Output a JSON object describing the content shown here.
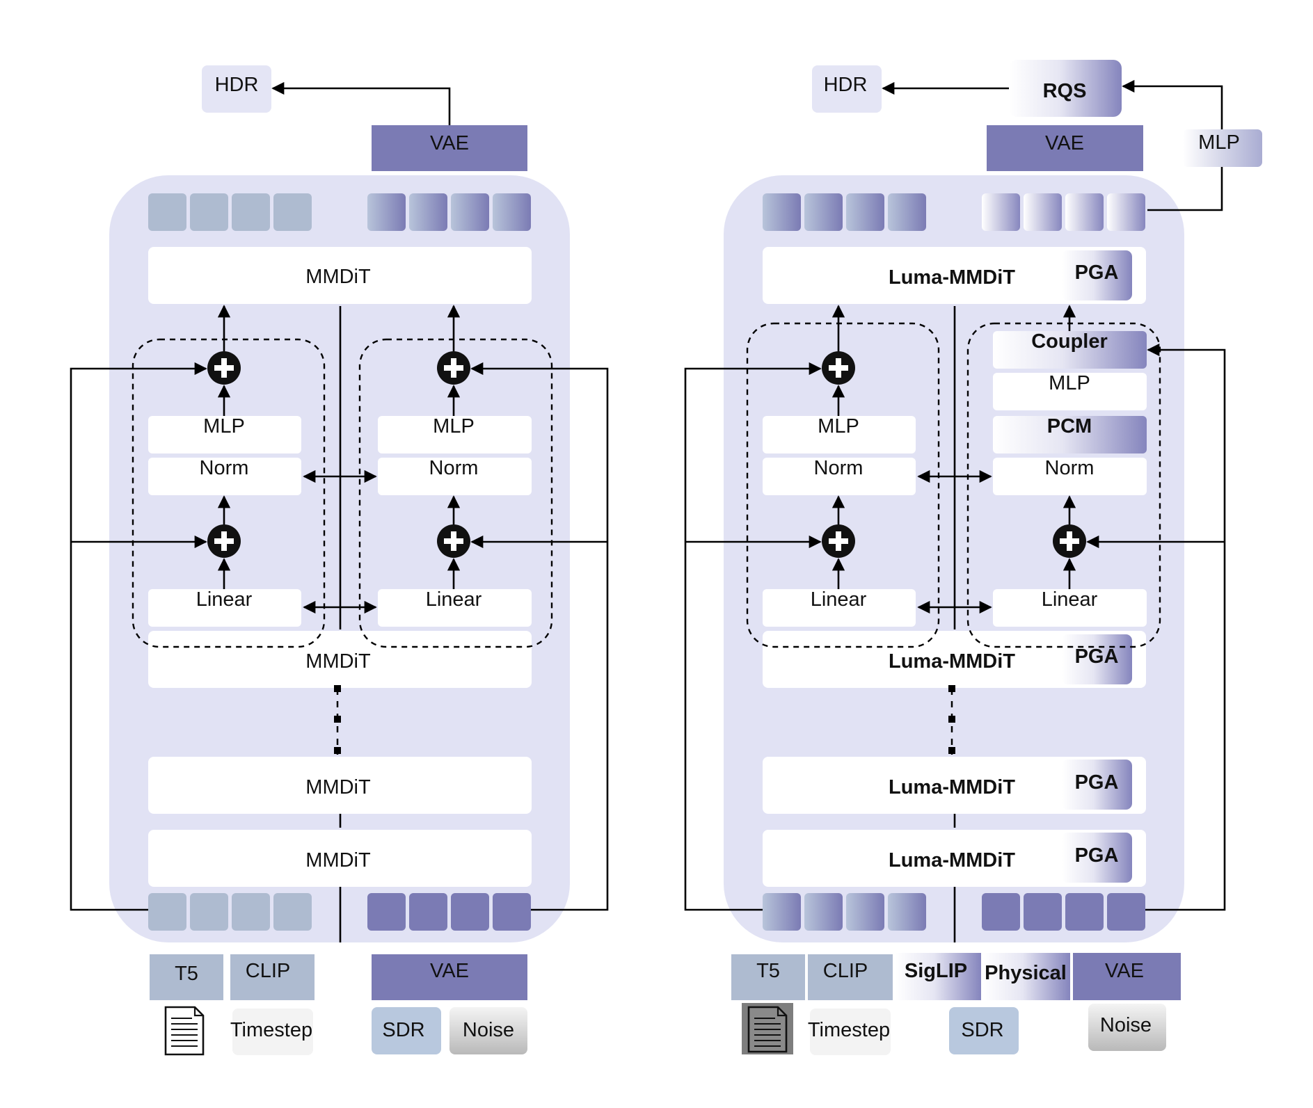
{
  "left_panel": {
    "hdr_label": "HDR",
    "vae_top_label": "VAE",
    "mmdit_labels": [
      "MMDiT",
      "MMDiT",
      "MMDiT",
      "MMDiT"
    ],
    "block": {
      "left": {
        "mlp": "MLP",
        "norm": "Norm",
        "linear": "Linear"
      },
      "right": {
        "mlp": "MLP",
        "norm": "Norm",
        "linear": "Linear"
      }
    },
    "inputs": {
      "t5": "T5",
      "clip": "CLIP",
      "vae": "VAE",
      "timestep": "Timestep",
      "sdr": "SDR",
      "noise": "Noise"
    }
  },
  "right_panel": {
    "hdr_label": "HDR",
    "rqs_label": "RQS",
    "vae_top_label": "VAE",
    "mlp_side_label": "MLP",
    "luma_labels": [
      "Luma-MMDiT",
      "Luma-MMDiT",
      "Luma-MMDiT",
      "Luma-MMDiT"
    ],
    "pga_labels": [
      "PGA",
      "PGA",
      "PGA",
      "PGA"
    ],
    "block": {
      "left": {
        "mlp": "MLP",
        "norm": "Norm",
        "linear": "Linear"
      },
      "right": {
        "coupler": "Coupler",
        "mlp": "MLP",
        "pcm": "PCM",
        "norm": "Norm",
        "linear": "Linear"
      }
    },
    "inputs": {
      "t5": "T5",
      "clip": "CLIP",
      "siglip": "SigLIP",
      "physical": "Physical",
      "vae": "VAE",
      "timestep": "Timestep",
      "sdr": "SDR",
      "noise": "Noise"
    }
  },
  "colors": {
    "panel": "#e1e2f4",
    "slate": "#aebbd0",
    "vae_purple": "#7b7bb4",
    "sdr": "#b8c8de",
    "noise_top": "#f4f4f4",
    "noise_bottom": "#b9b9b9",
    "light_box": "#e4e5f5",
    "timestep": "#f3f3f3",
    "doc_dark": "#7e7e7e"
  }
}
